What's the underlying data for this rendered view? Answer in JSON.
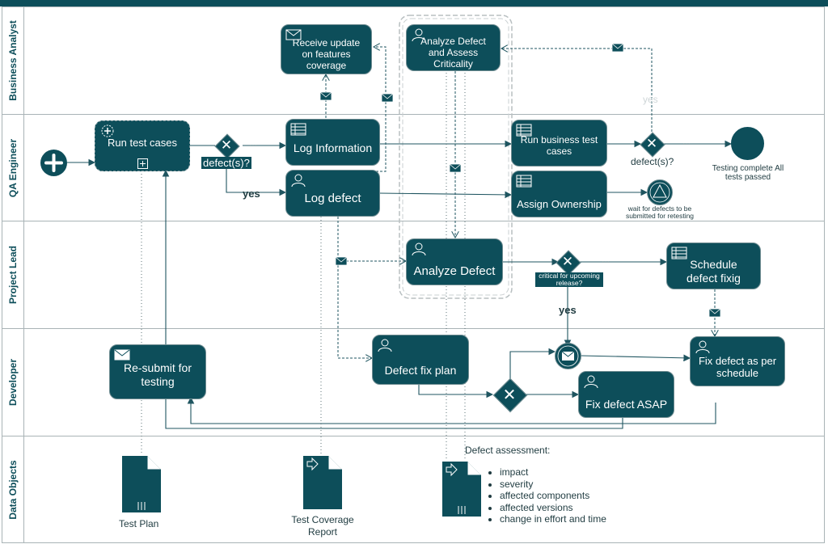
{
  "lanes": [
    "Business Analyst",
    "QA Engineer",
    "Project Lead",
    "Developer",
    "Data Objects"
  ],
  "tasks": {
    "run_test_cases": "Run test cases",
    "receive_update": "Receive update on features coverage",
    "analyze_assess": "Analyze Defect and Assess Criticality",
    "log_information": "Log Information",
    "log_defect": "Log defect",
    "run_business_tests": "Run business test cases",
    "assign_ownership": "Assign Ownership",
    "analyze_defect": "Analyze Defect",
    "schedule_fix": "Schedule defect fixig",
    "resubmit_testing": "Re-submit for testing",
    "defect_fix_plan": "Defect fix plan",
    "fix_asap": "Fix defect ASAP",
    "fix_per_schedule": "Fix defect as per schedule"
  },
  "labels": {
    "gw1_question": "defect(s)?",
    "gw1_yes": "yes",
    "gw2_question": "defect(s)?",
    "gw2_yes": "yes",
    "end_event": "Testing complete All tests passed",
    "wait_event": "wait for defects to be submitted for retesting",
    "critical_question": "critical for upcoming release?",
    "critical_yes": "yes"
  },
  "data_objects": {
    "test_plan": "Test Plan",
    "coverage_report": "Test Coverage Report",
    "assessment_title": "Defect assessment:",
    "assessment_items": [
      "impact",
      "severity",
      "affected components",
      "affected versions",
      "change in effort and time"
    ]
  },
  "colors": {
    "fill": "#0d4e5a",
    "line": "#1f5560",
    "lane_border": "#a9b3b6"
  }
}
